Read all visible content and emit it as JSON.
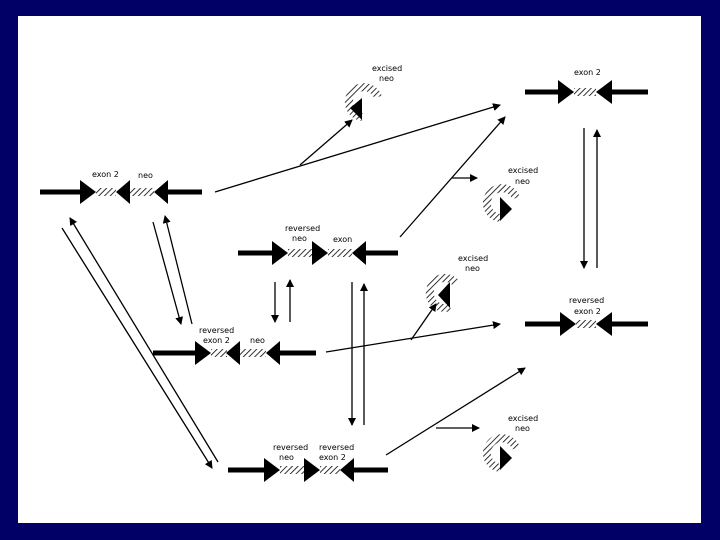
{
  "colors": {
    "frame": "#000066",
    "slide": "#ffffff",
    "ink": "#000000"
  },
  "labels": {
    "top_left_exon2": "exon 2",
    "top_left_neo": "neo",
    "top_right_exon2": "exon 2",
    "mid_reversed_neo_line1": "reversed",
    "mid_reversed_neo_line2": "neo",
    "mid_exon": "exon",
    "excised_top_line1": "excised",
    "excised_top_line2": "neo",
    "excised_right_line1": "excised",
    "excised_right_line2": "neo",
    "excised_mid_line1": "excised",
    "excised_mid_line2": "neo",
    "excised_bottom_line1": "excised",
    "excised_bottom_line2": "neo",
    "rev_exon2_left_line1": "reversed",
    "rev_exon2_left_line2": "exon 2",
    "left_neo": "neo",
    "rev_exon2_right_line1": "reversed",
    "rev_exon2_right_line2": "exon 2",
    "bottom_rev_neo_line1": "reversed",
    "bottom_rev_neo_line2": "neo",
    "bottom_rev_exon2_line1": "reversed",
    "bottom_rev_exon2_line2": "exon 2"
  }
}
